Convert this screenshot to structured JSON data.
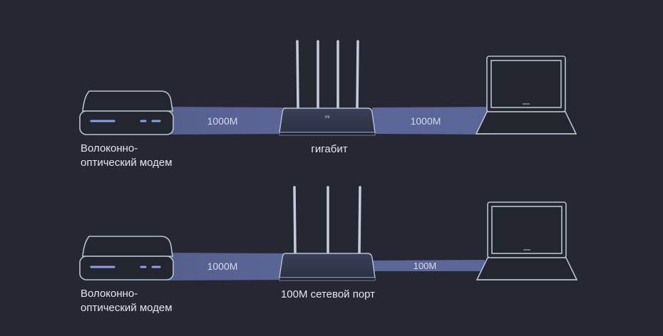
{
  "colors": {
    "background": "#252833",
    "band": "#5a6697",
    "outline": "#b9bfd3",
    "modem_light": "#8d9fe8"
  },
  "row1": {
    "link_left_label": "1000M",
    "link_right_label": "1000M",
    "modem_label_line1": "Волоконно-",
    "modem_label_line2": "оптический модем",
    "router_label": "гигабит",
    "router_badge": "mi",
    "antenna_count": 4
  },
  "row2": {
    "link_left_label": "1000M",
    "link_right_label": "100M",
    "modem_label_line1": "Волоконно-",
    "modem_label_line2": "оптический модем",
    "router_label": "100M сетевой порт",
    "antenna_count": 3
  },
  "icons": {
    "modem": "modem-icon",
    "router": "router-icon",
    "laptop": "laptop-icon"
  }
}
